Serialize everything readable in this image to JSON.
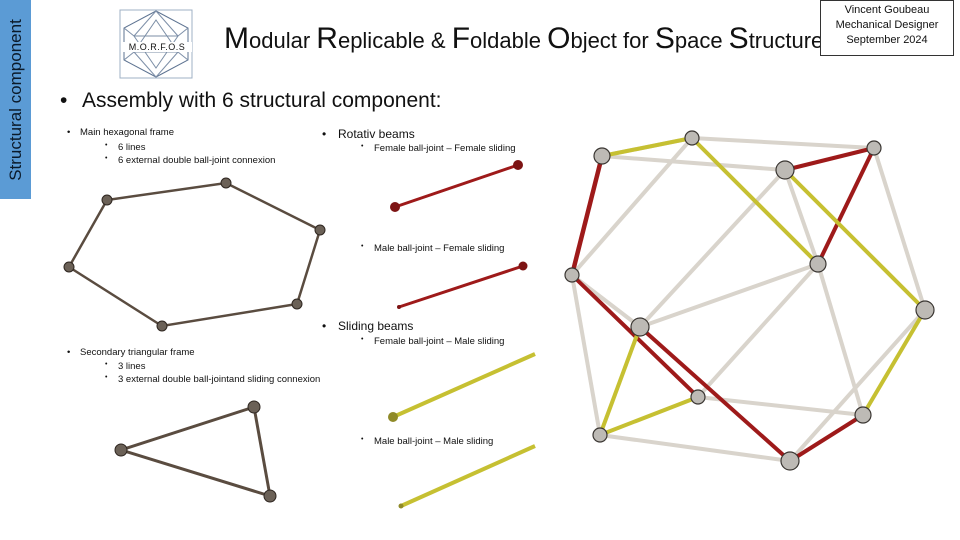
{
  "side_tab": "Structural component",
  "logo": {
    "text": "M.O.R.F.O.S",
    "icon": "icosahedron-logo-icon"
  },
  "title": {
    "words": [
      {
        "cap": "M",
        "rest": "odular "
      },
      {
        "cap": "R",
        "rest": "eplicable & "
      },
      {
        "cap": "F",
        "rest": "oldable "
      },
      {
        "cap": "O",
        "rest": "bject for "
      },
      {
        "cap": "S",
        "rest": "pace "
      },
      {
        "cap": "S",
        "rest": "tructure"
      }
    ]
  },
  "author": {
    "name": "Vincent Goubeau",
    "role": "Mechanical Designer",
    "date": "September  2024"
  },
  "heading": "Assembly with 6 structural component:",
  "left": {
    "hex": {
      "title": "Main hexagonal frame",
      "lines": [
        "6 lines",
        "6 externaI double ball-joint connexion"
      ]
    },
    "tri": {
      "title": "Secondary triangular frame",
      "lines": [
        "3 lines",
        "3 external double ball-jointand sliding connexion"
      ]
    }
  },
  "middle": {
    "rotativ": {
      "title": "Rotativ beams",
      "items": [
        "Female ball-joint – Female sliding",
        "Male ball-joint – Female sliding"
      ]
    },
    "sliding": {
      "title": "Sliding beams",
      "items": [
        "Female ball-joint – Male sliding",
        "Male ball-joint – Male sliding"
      ]
    }
  },
  "colors": {
    "tab": "#5b9bd5",
    "frame": "#5a4c40",
    "rotativ_beam": "#9e1a1a",
    "sliding_beam": "#c6c032",
    "white_beam": "#d9d4cc"
  }
}
